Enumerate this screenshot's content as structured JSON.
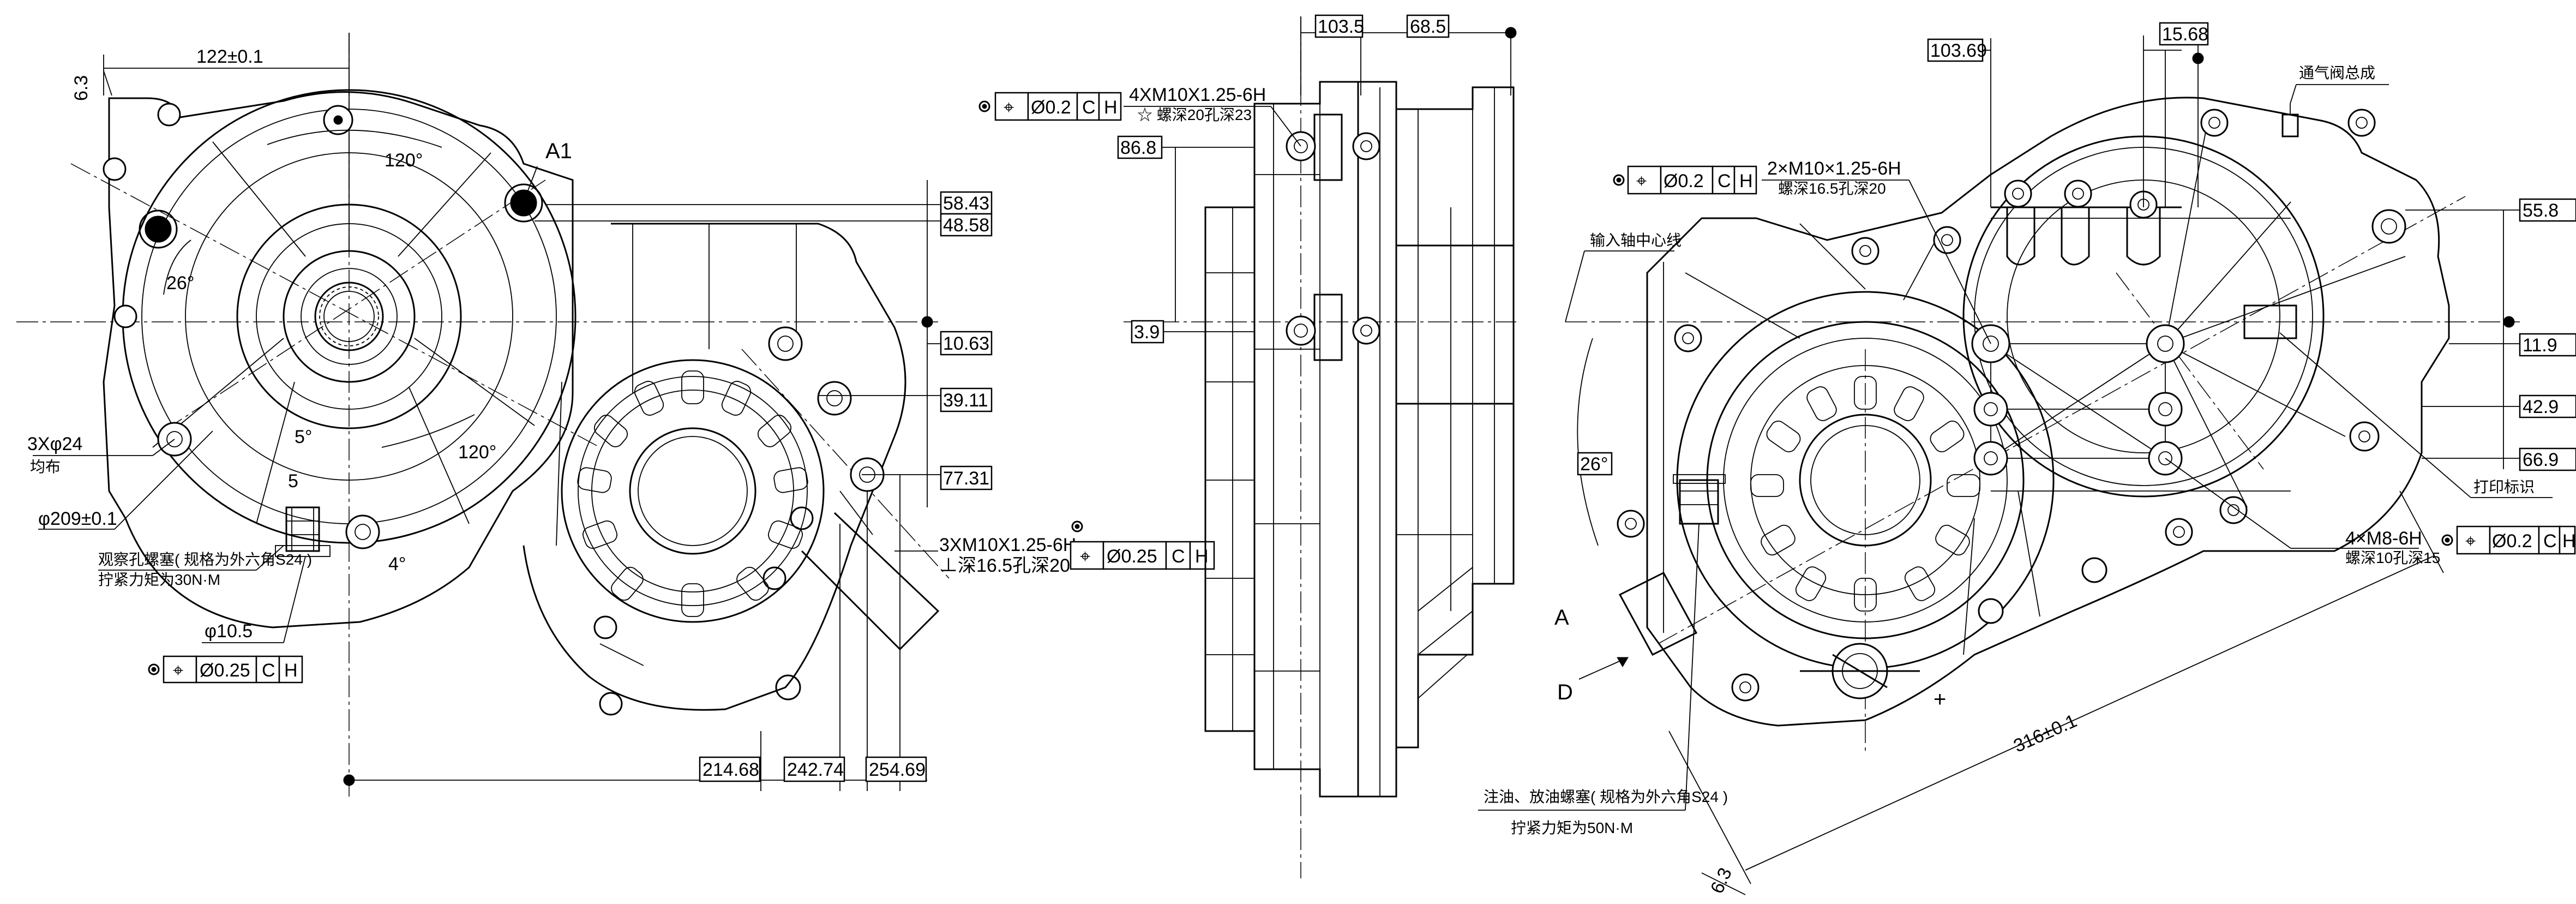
{
  "title": "",
  "colors": {
    "ink": "#000000",
    "paper": "#ffffff"
  },
  "left_view": {
    "dims": {
      "d122": "122±0.1",
      "d63": "6.3",
      "d120a": "120°",
      "d120b": "120°",
      "d26": "26°",
      "d5deg": "5°",
      "d5": "5",
      "d4deg": "4°",
      "a1": "A1",
      "holes": "3Xφ24",
      "holes_note": "均布",
      "d209": "φ209±0.1",
      "d105": "φ10.5",
      "r5843": "58.43",
      "r4858": "48.58",
      "r1063": "10.63",
      "r3911": "39.11",
      "r7731": "77.31",
      "b21468": "214.68",
      "b24274": "242.74",
      "b25469": "254.69"
    },
    "plug_note_1": "观察孔螺塞( 规格为外六角S24 )",
    "plug_note_2": "拧紧力矩为30N·M",
    "tol_frame": {
      "pos": "⌖",
      "val": "Ø0.25",
      "ref1": "C",
      "ref2": "H"
    },
    "thread_note_1": "3XM10X1.25-6H",
    "thread_note_2": "⊥深16.5孔深20",
    "thread_frame": {
      "pos": "⌖",
      "val": "Ø0.25",
      "ref1": "C",
      "ref2": "H"
    }
  },
  "middle_view": {
    "dims": {
      "d1035": "103.5",
      "d685": "68.5",
      "d868": "86.8",
      "d39": "3.9"
    },
    "frame": {
      "pos": "⌖",
      "val": "Ø0.2",
      "ref1": "C",
      "ref2": "H"
    },
    "thread_note_1": "4XM10X1.25-6H",
    "thread_note_2": "☆ 螺深20孔深23"
  },
  "right_view": {
    "dims": {
      "d10369": "103.69",
      "d1568": "15.68",
      "r558": "55.8",
      "r119": "11.9",
      "r429": "42.9",
      "r669": "66.9",
      "d26": "26°",
      "d316": "316±0.1",
      "d63": "6.3",
      "a": "A",
      "d": "D"
    },
    "vent_label": "通气阀总成",
    "print_label": "打印标识",
    "axis_label": "输入轴中心线",
    "frame_top": {
      "pos": "⌖",
      "val": "Ø0.2",
      "ref1": "C",
      "ref2": "H"
    },
    "thread_top_1": "2×M10×1.25-6H",
    "thread_top_2": "螺深16.5孔深20",
    "thread_side_1": "4×M8-6H",
    "thread_side_2": "螺深10孔深15",
    "frame_side": {
      "pos": "⌖",
      "val": "Ø0.2",
      "ref1": "C",
      "ref2": "H"
    },
    "drain_note_1": "注油、放油螺塞( 规格为外六角S24 )",
    "drain_note_2": "拧紧力矩为50N·M"
  }
}
